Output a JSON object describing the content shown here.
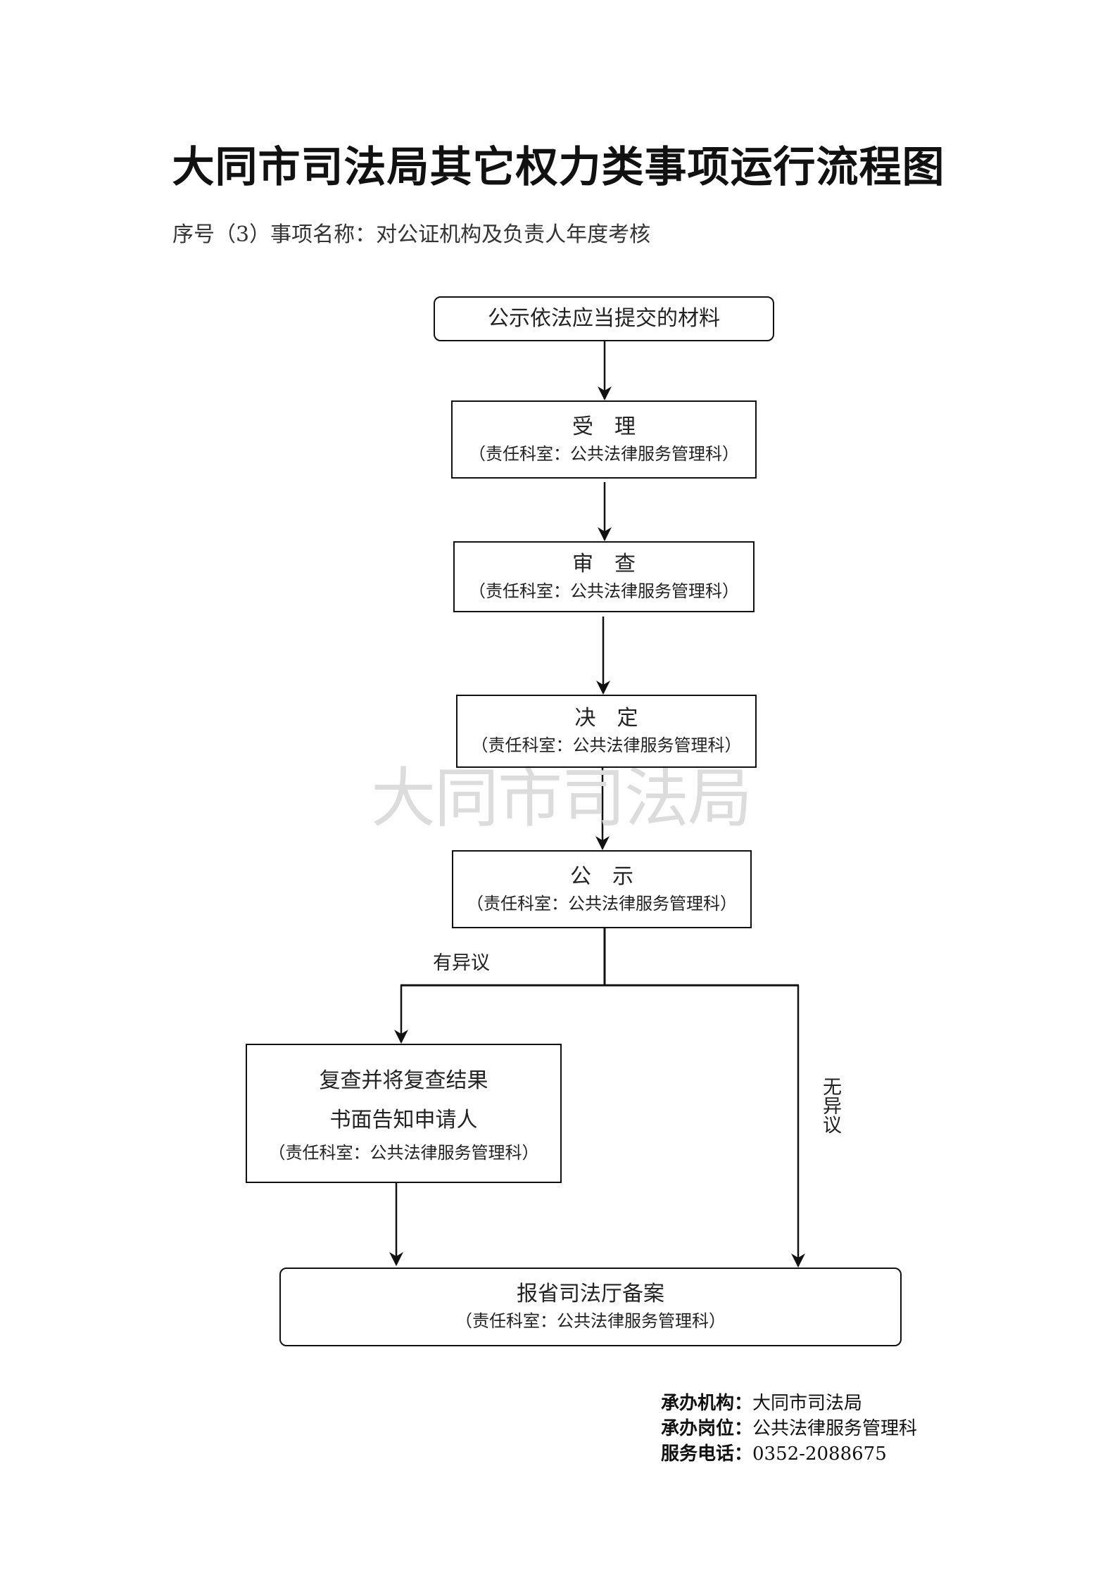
{
  "title": "大同市司法局其它权力类事项运行流程图",
  "subtitle": "序号（3）事项名称：对公证机构及负责人年度考核",
  "watermark": "大同市司法局",
  "steps": [
    {
      "main": "公示依法应当提交的材料"
    },
    {
      "main": "受　理",
      "sub": "（责任科室：公共法律服务管理科）"
    },
    {
      "main": "审　查",
      "sub": "（责任科室：公共法律服务管理科）"
    },
    {
      "main": "决　定",
      "sub": "（责任科室：公共法律服务管理科）"
    },
    {
      "main": "公　示",
      "sub": "（责任科室：公共法律服务管理科）"
    },
    {
      "main1": "复查并将复查结果",
      "main2": "书面告知申请人",
      "sub": "（责任科室：公共法律服务管理科）"
    },
    {
      "main": "报省司法厅备案",
      "sub": "（责任科室：公共法律服务管理科）"
    }
  ],
  "branch_labels": {
    "objection": "有异议",
    "no_objection": "无异议"
  },
  "footer": {
    "org_label": "承办机构：",
    "org": "大同市司法局",
    "post_label": "承办岗位：",
    "post": "公共法律服务管理科",
    "phone_label": "服务电话：",
    "phone": "0352-2088675"
  }
}
